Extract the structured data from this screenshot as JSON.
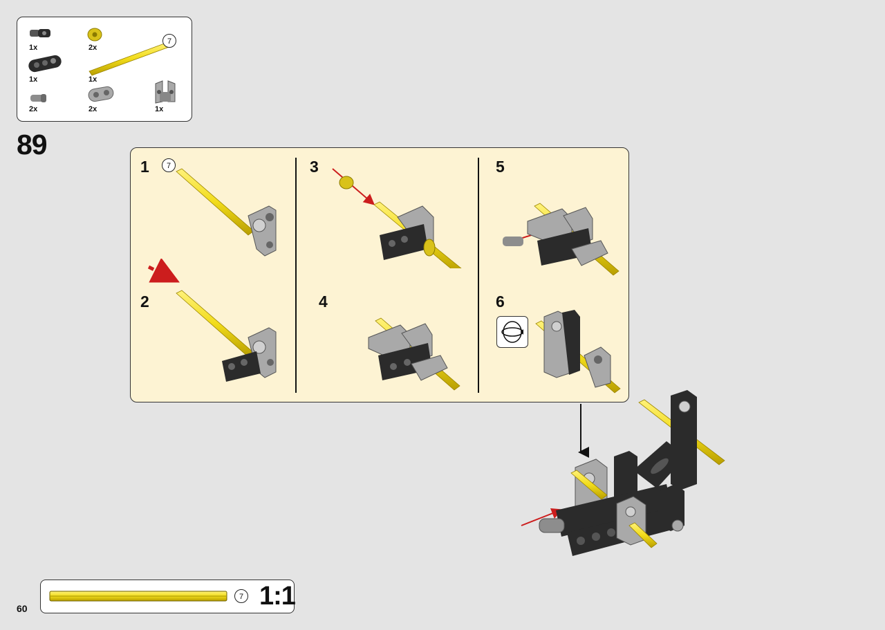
{
  "parts": [
    {
      "name": "axle-pin-connector",
      "qty": "1x"
    },
    {
      "name": "bush-half",
      "qty": "2x"
    },
    {
      "name": "axle-7",
      "qty": "1x",
      "length": "7"
    },
    {
      "name": "beam-3-black",
      "qty": "1x"
    },
    {
      "name": "axle-pin",
      "qty": "2x"
    },
    {
      "name": "beam-2-grey",
      "qty": "2x"
    },
    {
      "name": "connector-bracket",
      "qty": "1x"
    }
  ],
  "step": {
    "number": "89"
  },
  "substeps": [
    {
      "number": "1",
      "axle_length": "7"
    },
    {
      "number": "2"
    },
    {
      "number": "3"
    },
    {
      "number": "4"
    },
    {
      "number": "5"
    },
    {
      "number": "6"
    }
  ],
  "rotate_icon": "rotate-model-icon",
  "ruler": {
    "length": "7",
    "scale": "1:1"
  },
  "page": {
    "number": "60"
  },
  "colors": {
    "yellow": "#f2dc1a",
    "grey": "#a9a9a9",
    "black": "#2b2b2b",
    "red": "#cc1d1d",
    "panel": "#fdf3d3"
  }
}
